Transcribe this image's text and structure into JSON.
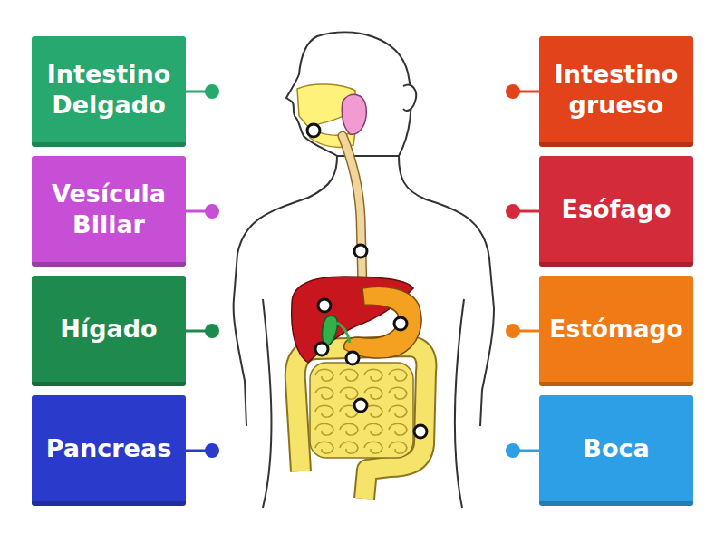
{
  "diagram": {
    "nodes": [
      {
        "text": [
          "Intestino Delgado"
        ]
      },
      {
        "text": [
          "Intestino grueso"
        ]
      },
      {
        "text": [
          "Vesícula Biliar"
        ]
      },
      {
        "text": [
          "Esófago"
        ]
      },
      {
        "text": [
          "Hígado"
        ]
      },
      {
        "text": [
          "Estómago"
        ]
      },
      {
        "text": [
          "Pancreas"
        ]
      },
      {
        "text": [
          "Boca"
        ]
      }
    ]
  }
}
